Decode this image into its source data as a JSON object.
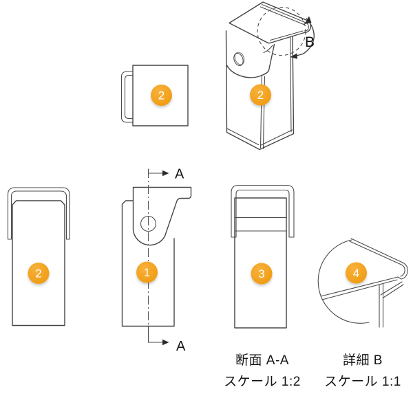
{
  "drawing": {
    "balloons": {
      "top_view": "2",
      "isometric_view": "2",
      "side_view": "2",
      "front_view": "1",
      "section_view": "3",
      "detail_view": "4"
    },
    "section_marks": {
      "top": "A",
      "bottom": "A"
    },
    "detail_mark": "B",
    "captions": {
      "section": {
        "title": "断面 A-A",
        "scale": "スケール 1:2"
      },
      "detail": {
        "title": "詳細 B",
        "scale": "スケール 1:1"
      }
    },
    "colors": {
      "line": "#454545",
      "hatch": "#4a4a4a",
      "balloon": "#f5a120",
      "balloon_highlight": "#f7b13c",
      "balloon_text": "#ffffff",
      "text": "#141414",
      "background": "#ffffff"
    }
  }
}
